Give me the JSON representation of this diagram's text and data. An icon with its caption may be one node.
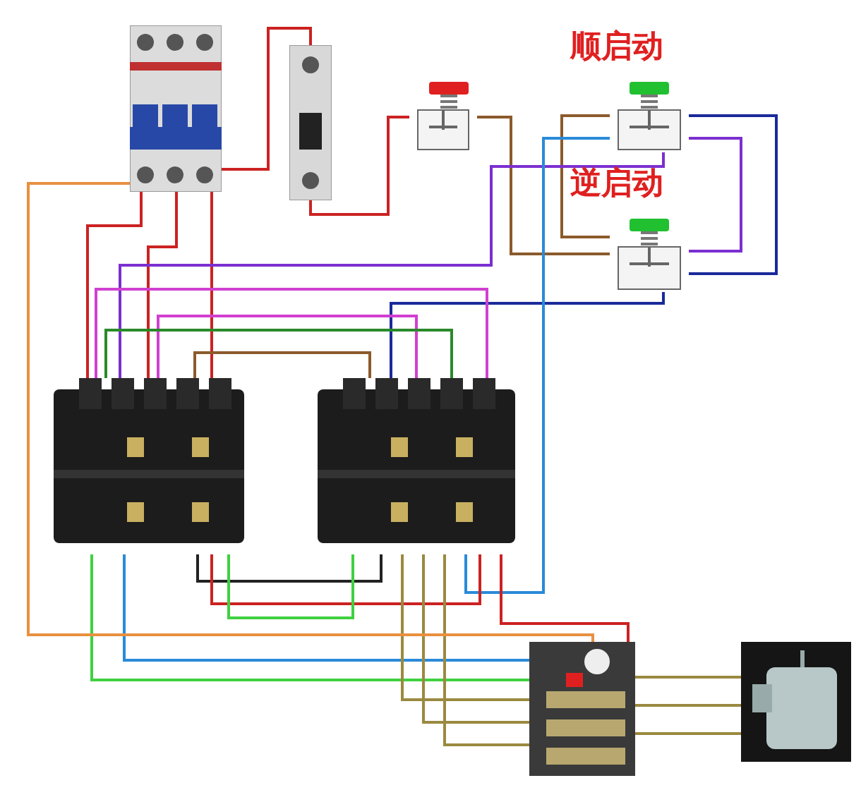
{
  "diagram": {
    "nodes": [
      {
        "text": [],
        "shape": "picture"
      },
      {
        "text": [],
        "shape": "picture"
      },
      {
        "text": [],
        "shape": "picture"
      },
      {
        "text": [],
        "shape": "picture",
        "beside": [
          "顺启动"
        ]
      },
      {
        "text": [],
        "shape": "picture",
        "beside": [
          "逆启动"
        ]
      },
      {
        "text": [],
        "shape": "picture"
      },
      {
        "text": [],
        "shape": "picture"
      },
      {
        "text": [],
        "shape": "picture"
      },
      {
        "text": [],
        "shape": "picture"
      }
    ],
    "edges": [
      {
        "from": 0,
        "to": 5,
        "arrow": "none",
        "color": "#cc2222"
      },
      {
        "from": 0,
        "to": 5,
        "arrow": "none",
        "color": "#cc2222"
      },
      {
        "from": 0,
        "to": 5,
        "arrow": "none",
        "color": "#cc2222"
      },
      {
        "from": 0,
        "to": 1,
        "arrow": "none",
        "color": "#cc2222"
      },
      {
        "from": 1,
        "to": 2,
        "arrow": "none",
        "color": "#cc2222"
      },
      {
        "from": 2,
        "to": 4,
        "arrow": "none",
        "color": "#8b5a2b"
      },
      {
        "from": 3,
        "to": 4,
        "arrow": "none",
        "color": "#8b5a2b"
      },
      {
        "from": 3,
        "to": 4,
        "arrow": "none",
        "color": "#7b2fd0"
      },
      {
        "from": 3,
        "to": 4,
        "arrow": "none",
        "color": "#1a2a9a"
      },
      {
        "from": 3,
        "to": 5,
        "arrow": "none",
        "color": "#7b2fd0"
      },
      {
        "from": 4,
        "to": 6,
        "arrow": "none",
        "color": "#1a2a9a"
      },
      {
        "from": 3,
        "to": 6,
        "arrow": "none",
        "color": "#2a8ad8"
      },
      {
        "from": 5,
        "to": 6,
        "arrow": "none",
        "color": "#d040d0"
      },
      {
        "from": 5,
        "to": 6,
        "arrow": "none",
        "color": "#d040d0"
      },
      {
        "from": 5,
        "to": 6,
        "arrow": "none",
        "color": "#2a8a2a"
      },
      {
        "from": 5,
        "to": 6,
        "arrow": "none",
        "color": "#8b5a2b"
      },
      {
        "from": 5,
        "to": 6,
        "arrow": "none",
        "color": "#222222"
      },
      {
        "from": 5,
        "to": 6,
        "arrow": "none",
        "color": "#cc2222"
      },
      {
        "from": 5,
        "to": 6,
        "arrow": "none",
        "color": "#40d040"
      },
      {
        "from": 5,
        "to": 7,
        "arrow": "none",
        "color": "#40d040"
      },
      {
        "from": 5,
        "to": 7,
        "arrow": "none",
        "color": "#2a8ad8"
      },
      {
        "from": 6,
        "to": 7,
        "arrow": "none",
        "color": "#9a8a40"
      },
      {
        "from": 6,
        "to": 7,
        "arrow": "none",
        "color": "#9a8a40"
      },
      {
        "from": 6,
        "to": 7,
        "arrow": "none",
        "color": "#9a8a40"
      },
      {
        "from": 0,
        "to": 7,
        "arrow": "none",
        "color": "#e89040"
      },
      {
        "from": 7,
        "to": 6,
        "arrow": "none",
        "color": "#cc2222"
      },
      {
        "from": 7,
        "to": 8,
        "arrow": "none",
        "color": "#9a8a40"
      },
      {
        "from": 7,
        "to": 8,
        "arrow": "none",
        "color": "#9a8a40"
      },
      {
        "from": 7,
        "to": 8,
        "arrow": "none",
        "color": "#9a8a40"
      }
    ]
  }
}
